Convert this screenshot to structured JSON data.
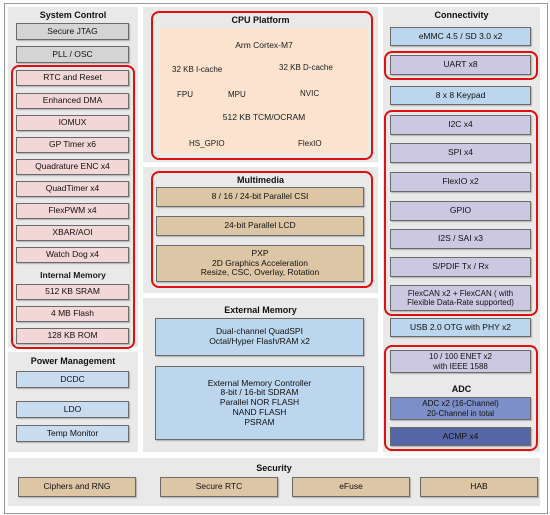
{
  "system_control": {
    "title": "System Control",
    "items": [
      "Secure JTAG",
      "PLL / OSC",
      "RTC and Reset",
      "Enhanced DMA",
      "IOMUX",
      "GP Timer x6",
      "Quadrature ENC x4",
      "QuadTimer x4",
      "FlexPWM x4",
      "XBAR/AOI",
      "Watch Dog x4"
    ]
  },
  "internal_memory": {
    "title": "Internal Memory",
    "items": [
      "512 KB SRAM",
      "4 MB Flash",
      "128 KB ROM"
    ]
  },
  "power_management": {
    "title": "Power Management",
    "items": [
      "DCDC",
      "LDO",
      "Temp Monitor"
    ]
  },
  "cpu_platform": {
    "title": "CPU Platform",
    "core": "Arm Cortex-M7",
    "icache": "32 KB I-cache",
    "dcache": "32 KB D-cache",
    "fpu": "FPU",
    "mpu": "MPU",
    "nvic": "NVIC",
    "tcm": "512 KB TCM/OCRAM",
    "hs_gpio": "HS_GPIO",
    "flexio": "FlexIO"
  },
  "multimedia": {
    "title": "Multimedia",
    "csi": "8 / 16 / 24-bit Parallel CSI",
    "lcd": "24-bit Parallel LCD",
    "pxp_lines": [
      "PXP",
      "2D Graphics Acceleration",
      "Resize, CSC, Overlay, Rotation"
    ]
  },
  "external_memory": {
    "title": "External Memory",
    "quadspi_lines": [
      "Dual-channel QuadSPI",
      "Octal/Hyper Flash/RAM x2"
    ],
    "emc_lines": [
      "External Memory Controller",
      "8-bit / 16-bit SDRAM",
      "Parallel NOR FLASH",
      "NAND FLASH",
      "PSRAM"
    ]
  },
  "connectivity": {
    "title": "Connectivity",
    "emmc": "eMMC 4.5 / SD 3.0 x2",
    "uart": "UART x8",
    "keypad": "8 x 8 Keypad",
    "group": [
      "I2C x4",
      "SPI x4",
      "FlexIO x2",
      "GPIO",
      "I2S / SAI x3",
      "S/PDIF Tx / Rx"
    ],
    "flexcan_lines": [
      "FlexCAN x2  + FlexCAN ( with",
      "Flexible Data-Rate supported)"
    ],
    "usb": "USB 2.0 OTG with PHY x2",
    "enet_lines": [
      "10 / 100 ENET x2",
      "with IEEE 1588"
    ]
  },
  "adc": {
    "title": "ADC",
    "adc_lines": [
      "ADC x2 (16-Channel)",
      "20-Channel in total"
    ],
    "acmp": "ACMP x4"
  },
  "security": {
    "title": "Security",
    "items": [
      "Ciphers and RNG",
      "Secure RTC",
      "eFuse",
      "HAB"
    ]
  }
}
